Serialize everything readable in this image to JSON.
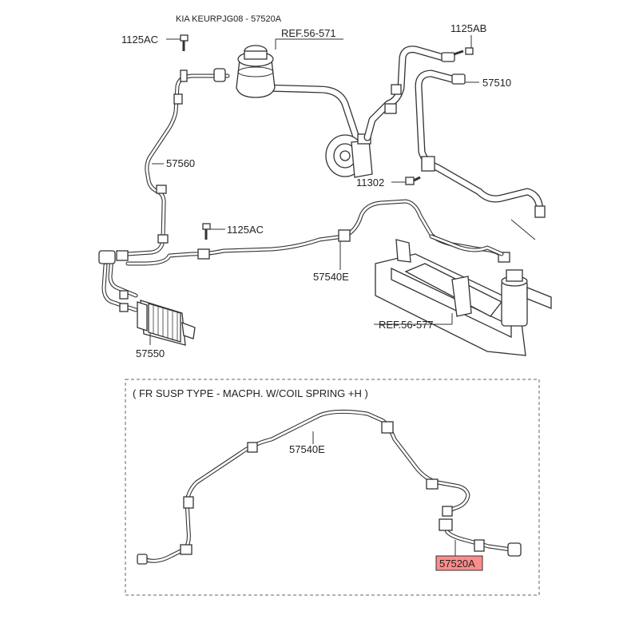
{
  "title": "KIA KEURPJG08 - 57520A",
  "labels": {
    "bolt_top_left": "1125AC",
    "ref_reservoir": "REF.56-571",
    "bolt_top_right": "1125AB",
    "hose_57510": "57510",
    "hose_57560": "57560",
    "bolt_11302": "11302",
    "bolt_mid": "1125AC",
    "tube_57540e_top": "57540E",
    "ref_gear": "REF.56-577",
    "cooler_57550": "57550",
    "tube_57540e_bottom": "57540E",
    "highlight_57520a": "57520A"
  },
  "detail_box": {
    "heading": "( FR SUSP TYPE - MACPH. W/COIL SPRING +H )"
  },
  "colors": {
    "highlight_fill": "#ff8c8c",
    "line": "#333333",
    "box_dash": "#666666"
  }
}
